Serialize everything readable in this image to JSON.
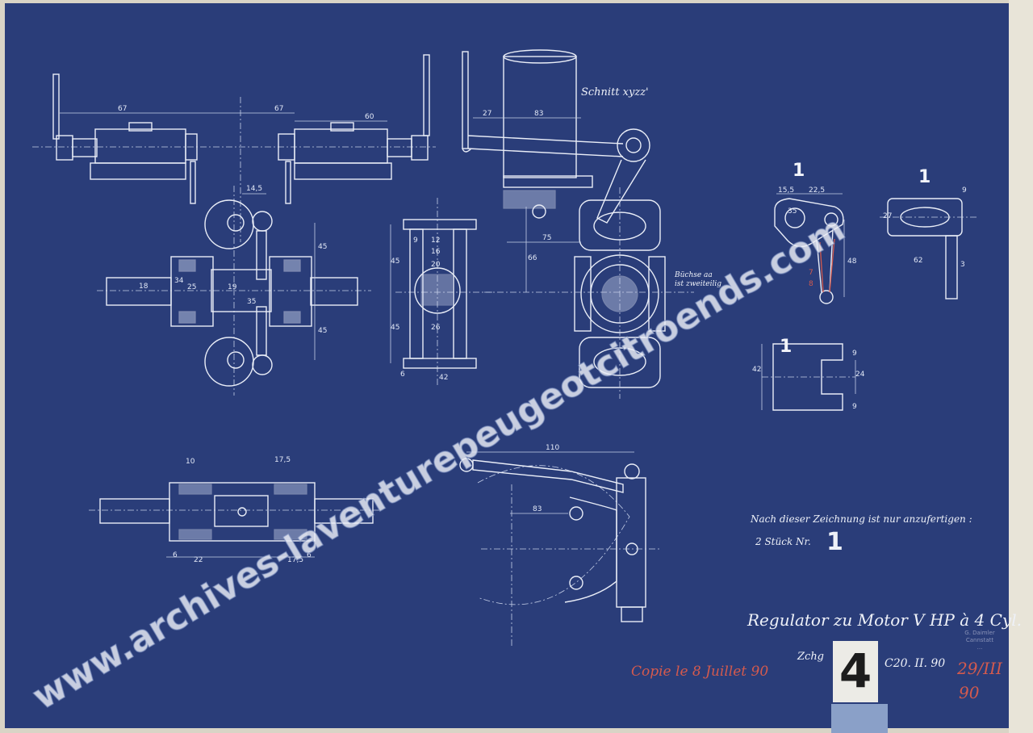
{
  "section_label": "Schnitt xyzz'",
  "part_labels": [
    "1",
    "1",
    "1"
  ],
  "note_right": "Büchse aa\nist zweiteilig",
  "order_line_1": "Nach dieser Zeichnung ist nur anzufertigen :",
  "order_line_2_prefix": "2 Stück Nr.",
  "order_number": "1",
  "title": "Regulator zu Motor V HP à 4 Cyl.",
  "zchg_label": "Zchg",
  "drawing_number": "4",
  "date_main": "C20. II. 90",
  "copy_note": "Copie le 8 Juillet 90",
  "red_date_top": "29/III",
  "red_date_bottom": "90",
  "stamp_lines": [
    "G. Daimler",
    "Cannstatt",
    "..."
  ],
  "watermark": "www.archives-laventurepeugeotcitroends.com",
  "dims": [
    "67",
    "67",
    "60",
    "14,5",
    "27",
    "83",
    "75",
    "66",
    "45",
    "45",
    "18",
    "25",
    "19",
    "35",
    "34",
    "45",
    "45",
    "9",
    "12",
    "20",
    "16",
    "26",
    "6",
    "42",
    "15,5",
    "22,5",
    "35",
    "48",
    "7",
    "8",
    "9",
    "27",
    "62",
    "3",
    "9",
    "42",
    "24",
    "9",
    "110",
    "83",
    "10",
    "6",
    "22",
    "17,5",
    "6",
    "17,5"
  ],
  "colors": {
    "paper": "#2a3d79",
    "ink": "#e9edf7",
    "red": "#d35a4e"
  }
}
